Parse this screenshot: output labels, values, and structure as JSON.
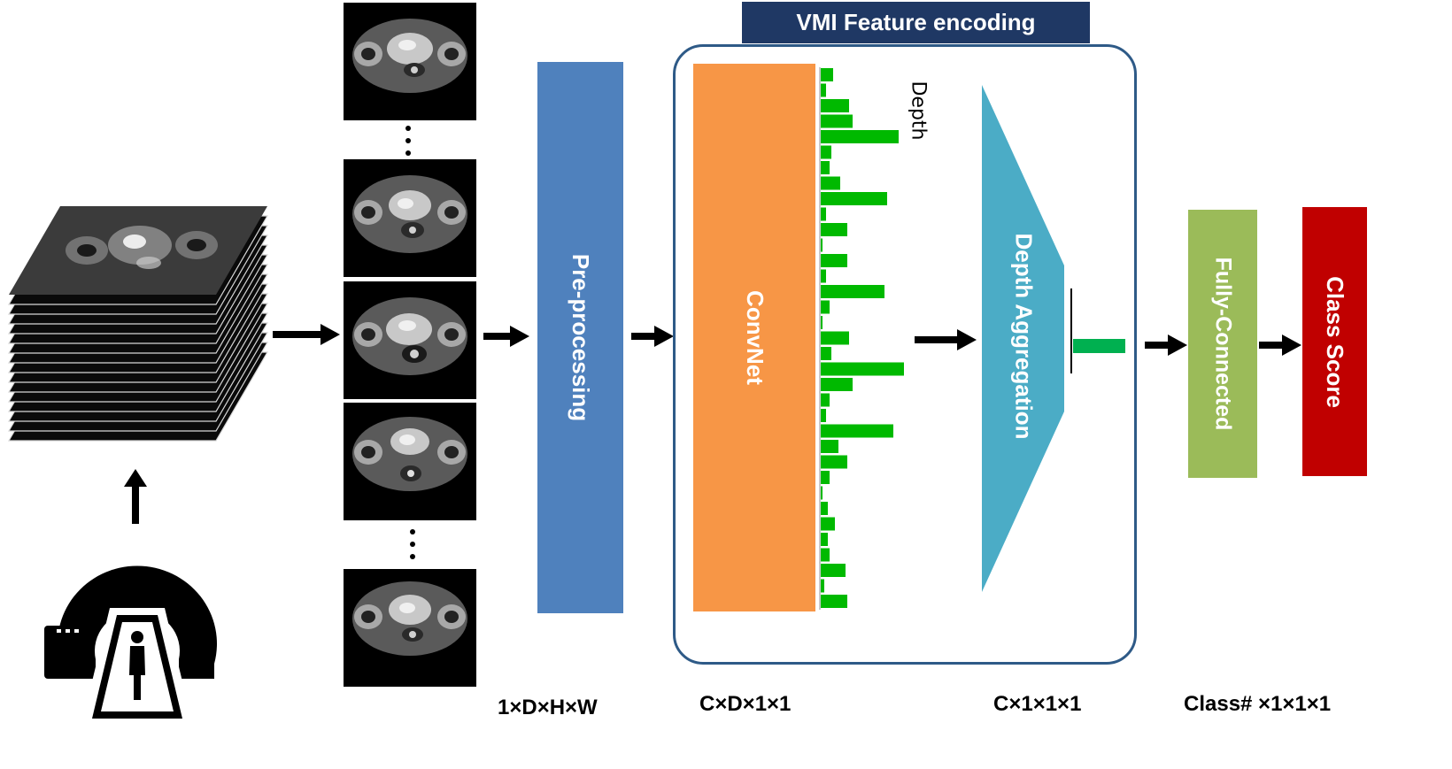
{
  "header": {
    "title": "VMI Feature encoding"
  },
  "blocks": {
    "preprocessing": "Pre-processing",
    "convnet": "ConvNet",
    "depth_aggregation": "Depth Aggregation",
    "fully_connected": "Fully-Connected",
    "class_score": "Class Score"
  },
  "axis_label": "Depth",
  "dimensions": {
    "input": "1×D×H×W",
    "conv_out": "C×D×1×1",
    "agg_out": "C×1×1×1",
    "final": "Class# ×1×1×1"
  },
  "colors": {
    "preprocessing": "#4f81bd",
    "convnet": "#f79646",
    "depth_aggregation": "#4bacc6",
    "fully_connected": "#9bbb59",
    "class_score": "#c00000",
    "header": "#1f3864",
    "depth_bars": "#00b900",
    "aggregated_bar": "#00b050",
    "frame_border": "#2e5a87"
  },
  "depth_feature_values": [
    14,
    6,
    32,
    36,
    88,
    12,
    10,
    22,
    75,
    6,
    30,
    2,
    30,
    6,
    72,
    10,
    2,
    32,
    12,
    94,
    36,
    10,
    6,
    82,
    20,
    30,
    10,
    2,
    8,
    16,
    8,
    10,
    28,
    4,
    30
  ]
}
